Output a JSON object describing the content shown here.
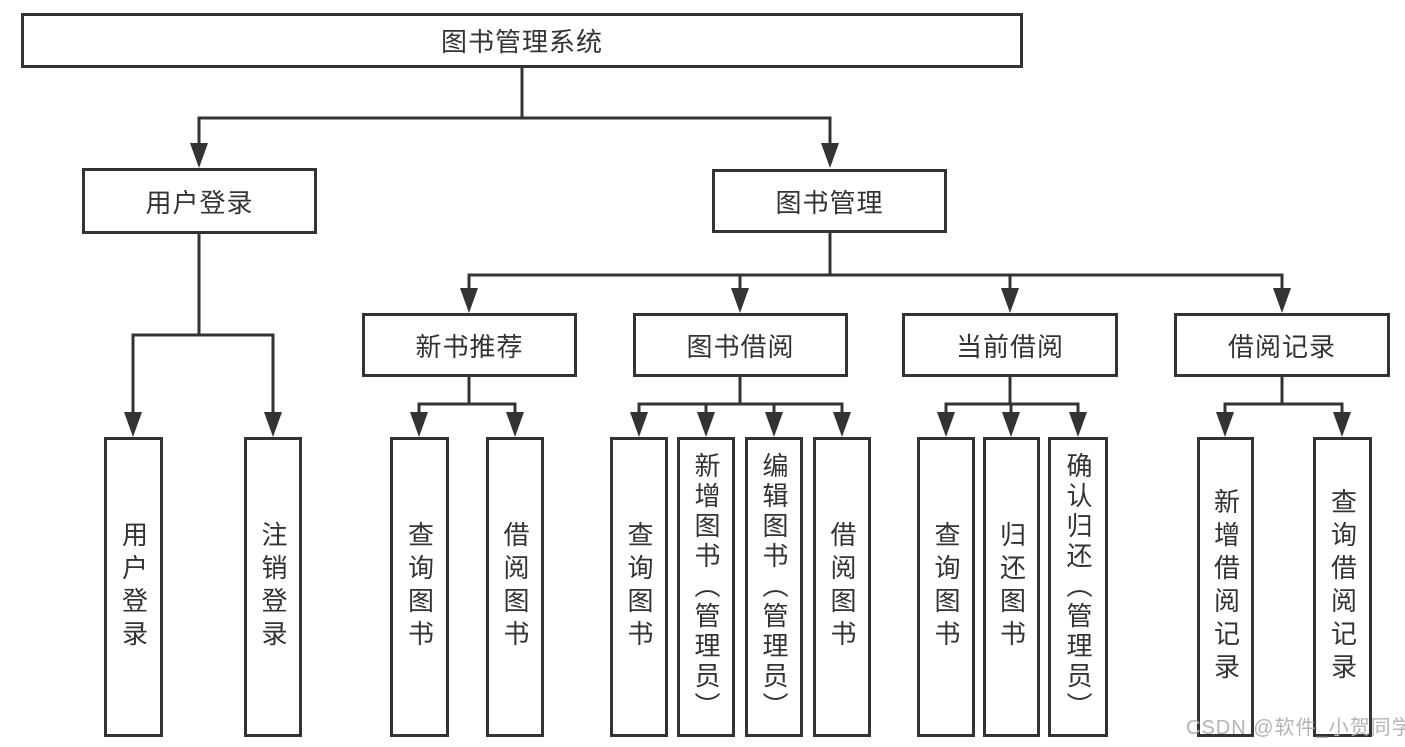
{
  "diagram": {
    "title": "图书管理系统",
    "level2": [
      {
        "label": "用户登录"
      },
      {
        "label": "图书管理"
      }
    ],
    "level3": [
      {
        "label": "新书推荐",
        "parent": "图书管理"
      },
      {
        "label": "图书借阅",
        "parent": "图书管理"
      },
      {
        "label": "当前借阅",
        "parent": "图书管理"
      },
      {
        "label": "借阅记录",
        "parent": "图书管理"
      }
    ],
    "leaves": [
      {
        "label": "用户登录",
        "parent": "用户登录"
      },
      {
        "label": "注销登录",
        "parent": "用户登录"
      },
      {
        "label": "查询图书",
        "parent": "新书推荐"
      },
      {
        "label": "借阅图书",
        "parent": "新书推荐"
      },
      {
        "label": "查询图书",
        "parent": "图书借阅"
      },
      {
        "label": "新增图书（管理员）",
        "parent": "图书借阅"
      },
      {
        "label": "编辑图书（管理员）",
        "parent": "图书借阅"
      },
      {
        "label": "借阅图书",
        "parent": "图书借阅"
      },
      {
        "label": "查询图书",
        "parent": "当前借阅"
      },
      {
        "label": "归还图书",
        "parent": "当前借阅"
      },
      {
        "label": "确认归还（管理员）",
        "parent": "当前借阅"
      },
      {
        "label": "新增借阅记录",
        "parent": "借阅记录"
      },
      {
        "label": "查询借阅记录",
        "parent": "借阅记录"
      }
    ]
  },
  "watermark": {
    "text": "CSDN @软件_小贺同学"
  },
  "colors": {
    "background": "#ffffff",
    "line": "#333333",
    "text": "#333333",
    "watermark": "#b4b4b4"
  }
}
